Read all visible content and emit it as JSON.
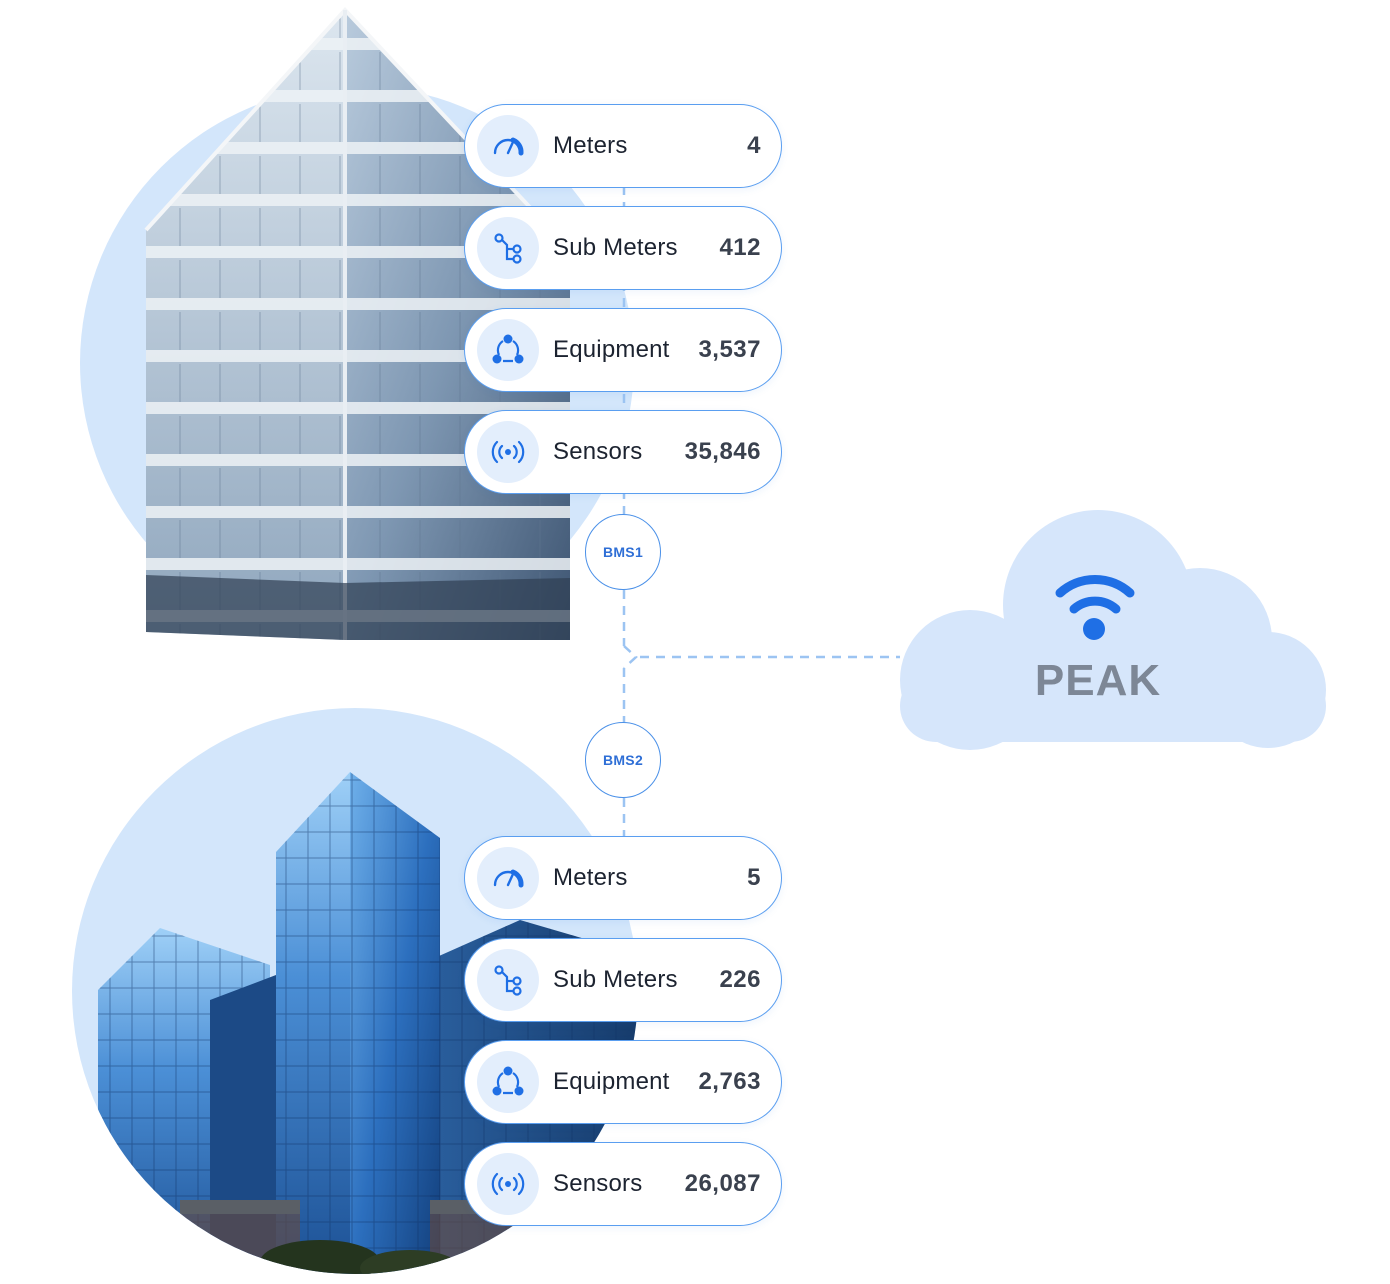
{
  "bms": [
    {
      "label": "BMS1",
      "items": [
        {
          "icon": "gauge-icon",
          "label": "Meters",
          "value": "4"
        },
        {
          "icon": "branch-icon",
          "label": "Sub Meters",
          "value": "412"
        },
        {
          "icon": "equipment-icon",
          "label": "Equipment",
          "value": "3,537"
        },
        {
          "icon": "sensor-icon",
          "label": "Sensors",
          "value": "35,846"
        }
      ]
    },
    {
      "label": "BMS2",
      "items": [
        {
          "icon": "gauge-icon",
          "label": "Meters",
          "value": "5"
        },
        {
          "icon": "branch-icon",
          "label": "Sub Meters",
          "value": "226"
        },
        {
          "icon": "equipment-icon",
          "label": "Equipment",
          "value": "2,763"
        },
        {
          "icon": "sensor-icon",
          "label": "Sensors",
          "value": "26,087"
        }
      ]
    }
  ],
  "cloud": {
    "label": "PEAK",
    "icon": "wifi-icon"
  },
  "colors": {
    "accent": "#1f6fe5",
    "circle": "#d3e6fb",
    "cloud": "#d6e6fb",
    "connector": "#9cc4f2"
  }
}
